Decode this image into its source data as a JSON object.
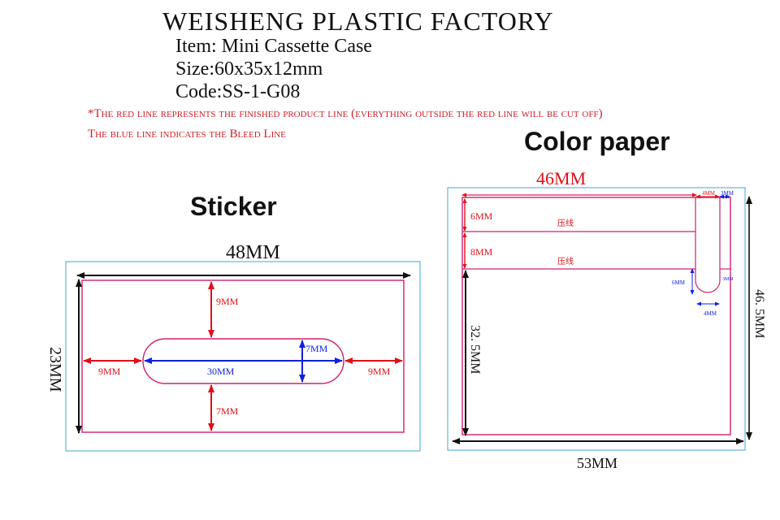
{
  "header": {
    "factory": "WEISHENG  PLASTIC  FACTORY",
    "item": "Item: Mini Cassette Case",
    "size": "Size:60x35x12mm",
    "code": "Code:SS-1-G08"
  },
  "notes": {
    "red_line": "*The red line represents the finished product line (everything outside the red line will be cut off)",
    "blue_line": "The blue line indicates the Bleed Line"
  },
  "sticker": {
    "title": "Sticker",
    "width_label": "48MM",
    "height_label": "23MM",
    "top_label": "9MM",
    "bottom_label": "7MM",
    "left_label": "9MM",
    "right_label": "9MM",
    "slot_length_label": "30MM",
    "slot_height_label": "7MM"
  },
  "color_paper": {
    "title": "Color paper",
    "top_width_label": "46MM",
    "bottom_width_label": "53MM",
    "right_height_label": "46. 5MM",
    "left_height_label": "32. 5MM",
    "band1_label": "6MM",
    "band2_label": "8MM",
    "crease_label_1": "压线",
    "crease_label_2": "压线",
    "tab_4mm_top": "4MM",
    "tab_3mm_top": "3MM",
    "tab_6mm": "6MM",
    "tab_3mm_side": "3MM",
    "tab_4mm_bottom": "4MM"
  },
  "colors": {
    "cut_line": "#d0206e",
    "bleed_line": "#5fb8d8",
    "dimension_red": "#e0101a",
    "dimension_blue": "#1020e0",
    "arrow_black": "#111111"
  }
}
